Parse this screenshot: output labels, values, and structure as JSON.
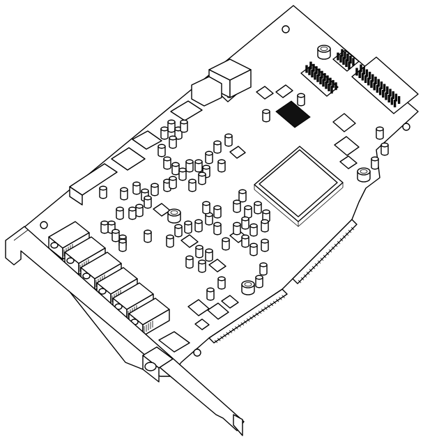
{
  "colors": {
    "line": "#000000",
    "board": "#ffffff",
    "fill_dark": "#111111"
  },
  "components": {
    "bracket": "mounting-bracket",
    "board": "sound-card-pcb",
    "chip": "main-processor-chip",
    "edge_connector": "pci-edge-connector",
    "audio_jacks": 6,
    "pin_headers": 4
  }
}
